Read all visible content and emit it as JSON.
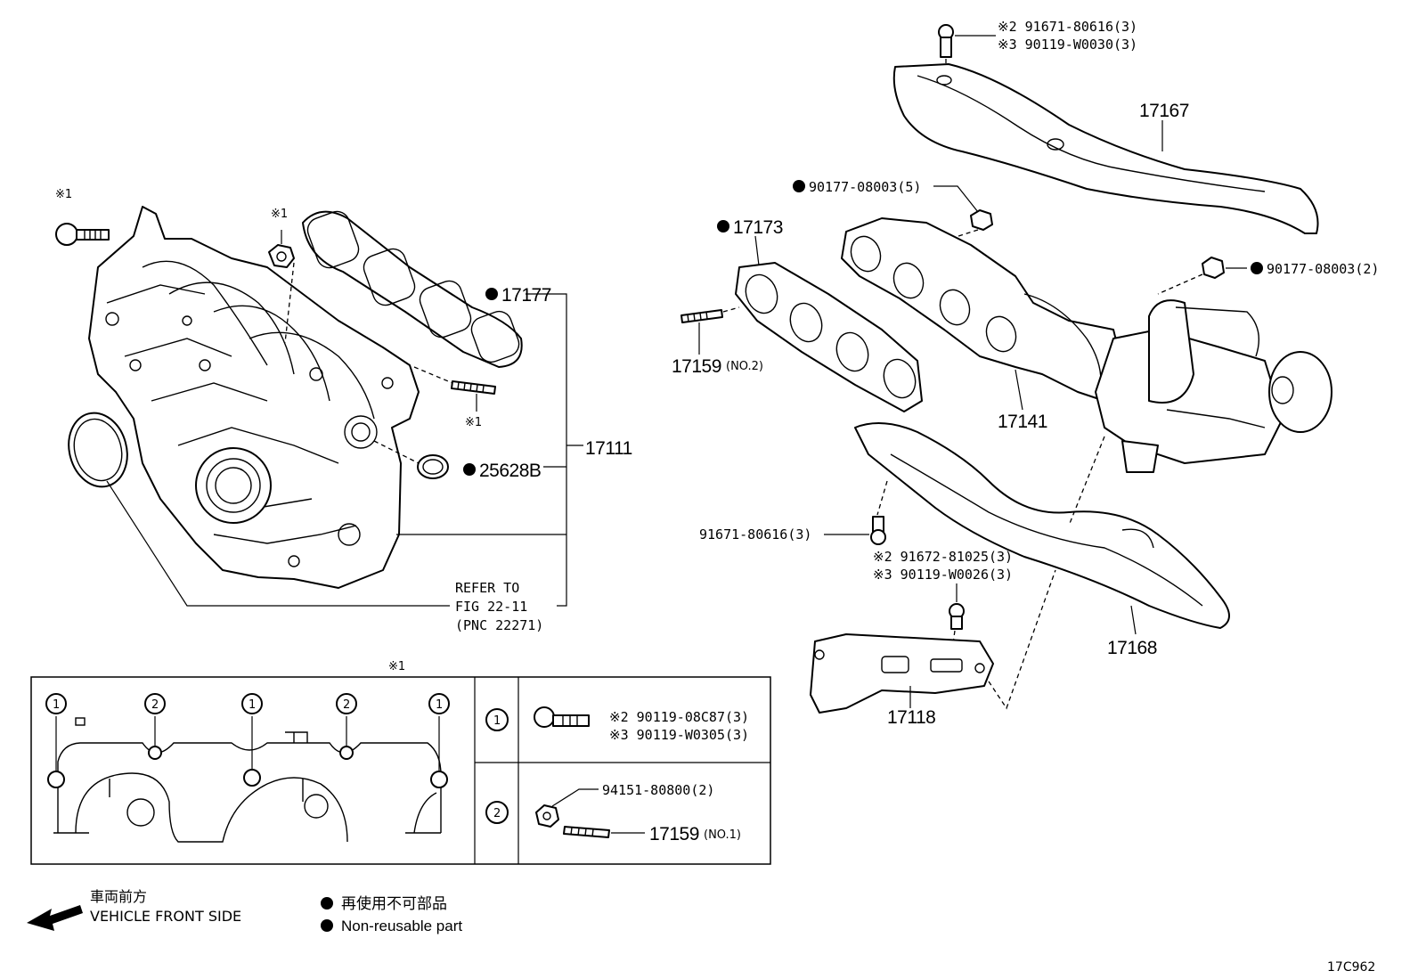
{
  "labels": {
    "mark1_bolt": "※1",
    "mark1_nut": "※1",
    "mark1_stud": "※1",
    "mark1_table": "※1",
    "p17177": "17177",
    "p25628B": "25628B",
    "p17111": "17111",
    "refer1": "REFER TO",
    "refer2": "FIG 22-11",
    "refer3": "(PNC 22271)",
    "top_bolt_a": "※2 91671-80616(3)",
    "top_bolt_b": "※3 90119-W0030(3)",
    "p17167": "17167",
    "nut5": "90177-08003(5)",
    "p17173": "17173",
    "nut2": "90177-08003(2)",
    "p17159a": "17159",
    "no2": "(NO.2)",
    "p17141": "17141",
    "bolt91671": "91671-80616(3)",
    "bolt_b_a": "※2 91672-81025(3)",
    "bolt_b_b": "※3 90119-W0026(3)",
    "p17168": "17168",
    "p17118": "17118",
    "t_bolt_a": "※2 90119-08C87(3)",
    "t_bolt_b": "※3 90119-W0305(3)",
    "t_nut": "94151-80800(2)",
    "t_stud": "17159",
    "t_no1": "(NO.1)",
    "c1": "1",
    "c2": "2",
    "c3": "1",
    "c4": "2",
    "c5": "1",
    "row1": "1",
    "row2": "2",
    "legend_jp_front": "車両前方",
    "legend_en_front": "VEHICLE FRONT SIDE",
    "legend_jp_nonreuse": "再使用不可部品",
    "legend_en_nonreuse": "Non-reusable part",
    "fig_id": "17C962"
  }
}
